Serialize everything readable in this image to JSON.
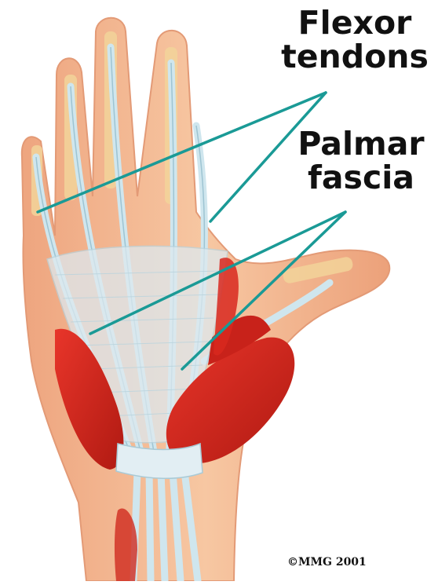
{
  "labels": {
    "flexor_line1": "Flexor",
    "flexor_line2": "tendons",
    "palmar_line1": "Palmar",
    "palmar_line2": "fascia"
  },
  "copyright": "©MMG 2001",
  "colors": {
    "skin": "#f6c39e",
    "skin_shadow": "#e8a07c",
    "bone": "#f3d49a",
    "tendon": "#cfe6ee",
    "tendon_edge": "#9ec4d2",
    "muscle": "#d9261c",
    "muscle_dark": "#a5150e",
    "leader_line": "#1a9a96"
  }
}
